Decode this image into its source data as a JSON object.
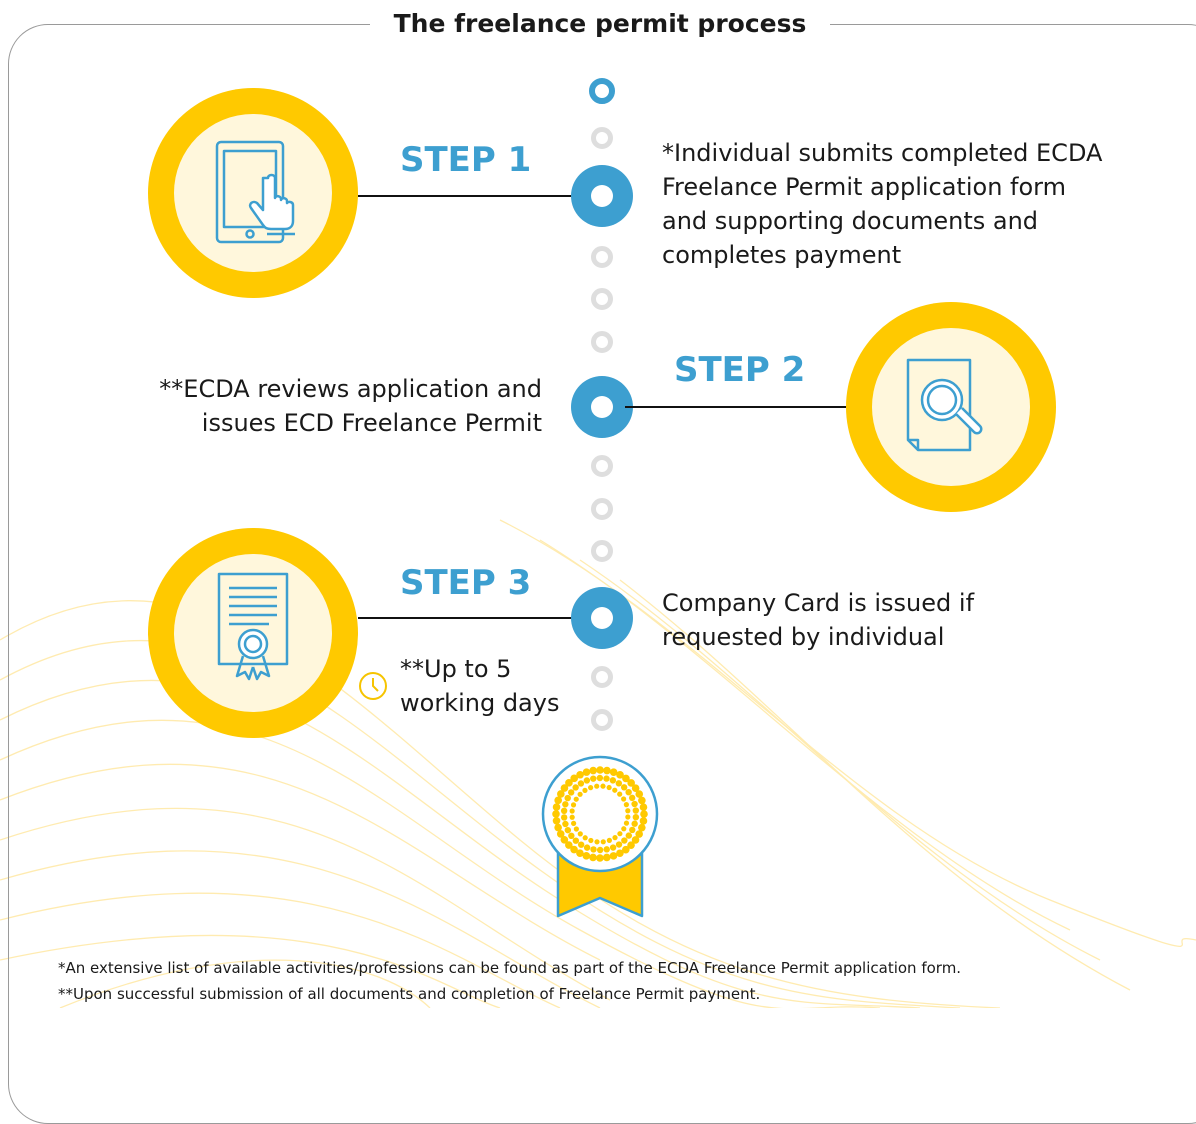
{
  "title": "The freelance permit process",
  "colors": {
    "accent_blue": "#3d9fd0",
    "accent_yellow": "#ffc900",
    "inner_cream": "#fff7dc",
    "dot_grey": "#dedede"
  },
  "steps": [
    {
      "label": "STEP 1",
      "icon": "tablet-touch-icon",
      "description_lines": [
        "*Individual submits completed ECDA",
        "Freelance Permit application form",
        "and supporting documents and",
        "completes payment"
      ]
    },
    {
      "label": "STEP 2",
      "icon": "document-search-icon",
      "description_lines": [
        "**ECDA reviews application and",
        "issues ECD Freelance Permit"
      ]
    },
    {
      "label": "STEP 3",
      "icon": "certificate-icon",
      "description_lines": [
        "Company Card is issued if",
        "requested by individual"
      ],
      "duration_lines": [
        "**Up to 5",
        "working days"
      ],
      "duration_icon": "clock-icon"
    }
  ],
  "footnotes": [
    "*An extensive list of available activities/professions can be found as part of the ECDA Freelance Permit application form.",
    "**Upon successful submission of all documents and completion of Freelance Permit payment."
  ]
}
